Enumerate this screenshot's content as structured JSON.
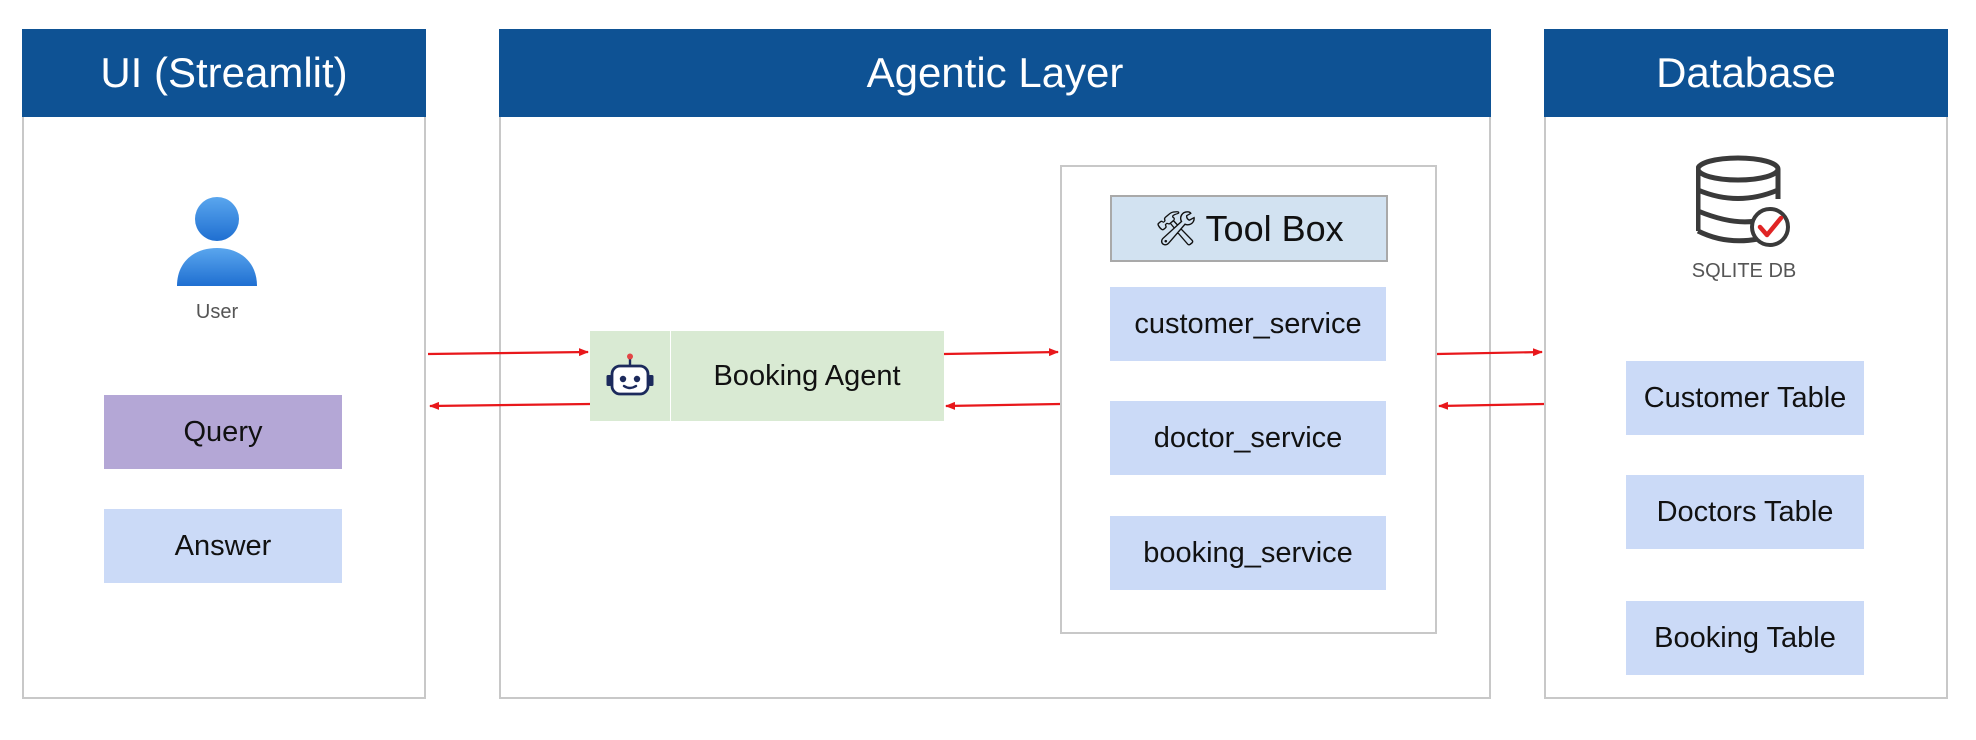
{
  "ui_panel": {
    "title": "UI (Streamlit)",
    "user_caption": "User",
    "user_icon": "user-icon",
    "query_label": "Query",
    "answer_label": "Answer"
  },
  "agentic_panel": {
    "title": "Agentic Layer",
    "agent_label": "Booking Agent",
    "agent_icon": "robot-icon",
    "toolbox": {
      "title": "Tool Box",
      "title_icon": "tools-icon",
      "tools": [
        "customer_service",
        "doctor_service",
        "booking_service"
      ]
    }
  },
  "database_panel": {
    "title": "Database",
    "db_caption": "SQLITE DB",
    "db_icon": "database-check-icon",
    "tables": [
      "Customer Table",
      "Doctors Table",
      "Booking Table"
    ]
  },
  "colors": {
    "header_bg": "#0e5294",
    "box_blue": "#cbdaf7",
    "box_purple": "#b4a7d6",
    "agent_green": "#d9ead3",
    "toolbox_title_bg": "#d2e2f1",
    "arrow_red": "#e8171b"
  }
}
